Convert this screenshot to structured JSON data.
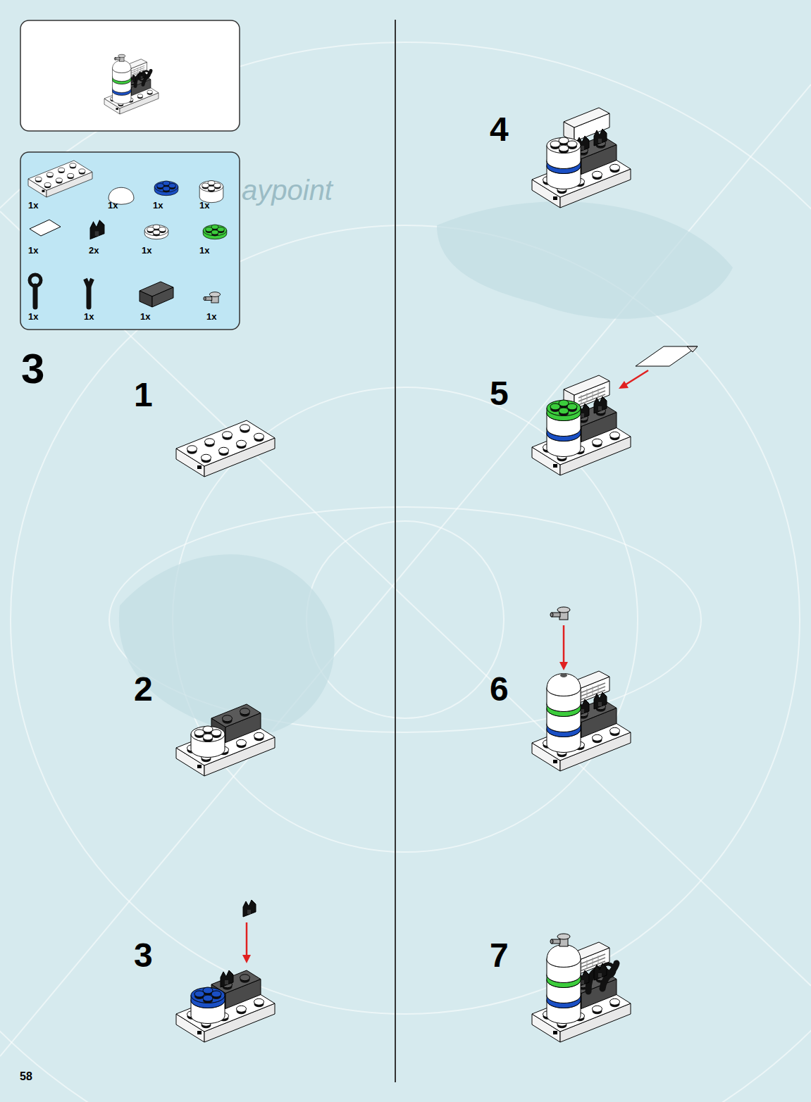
{
  "diagram": {
    "labels": [
      "1x",
      "1x",
      "1x",
      "1x",
      "1x",
      "2x",
      "1x",
      "1x",
      "1x",
      "1x",
      "1x",
      "1x",
      "3",
      "1",
      "2",
      "3",
      "4",
      "5",
      "6",
      "7",
      "58",
      "aypoint"
    ]
  }
}
